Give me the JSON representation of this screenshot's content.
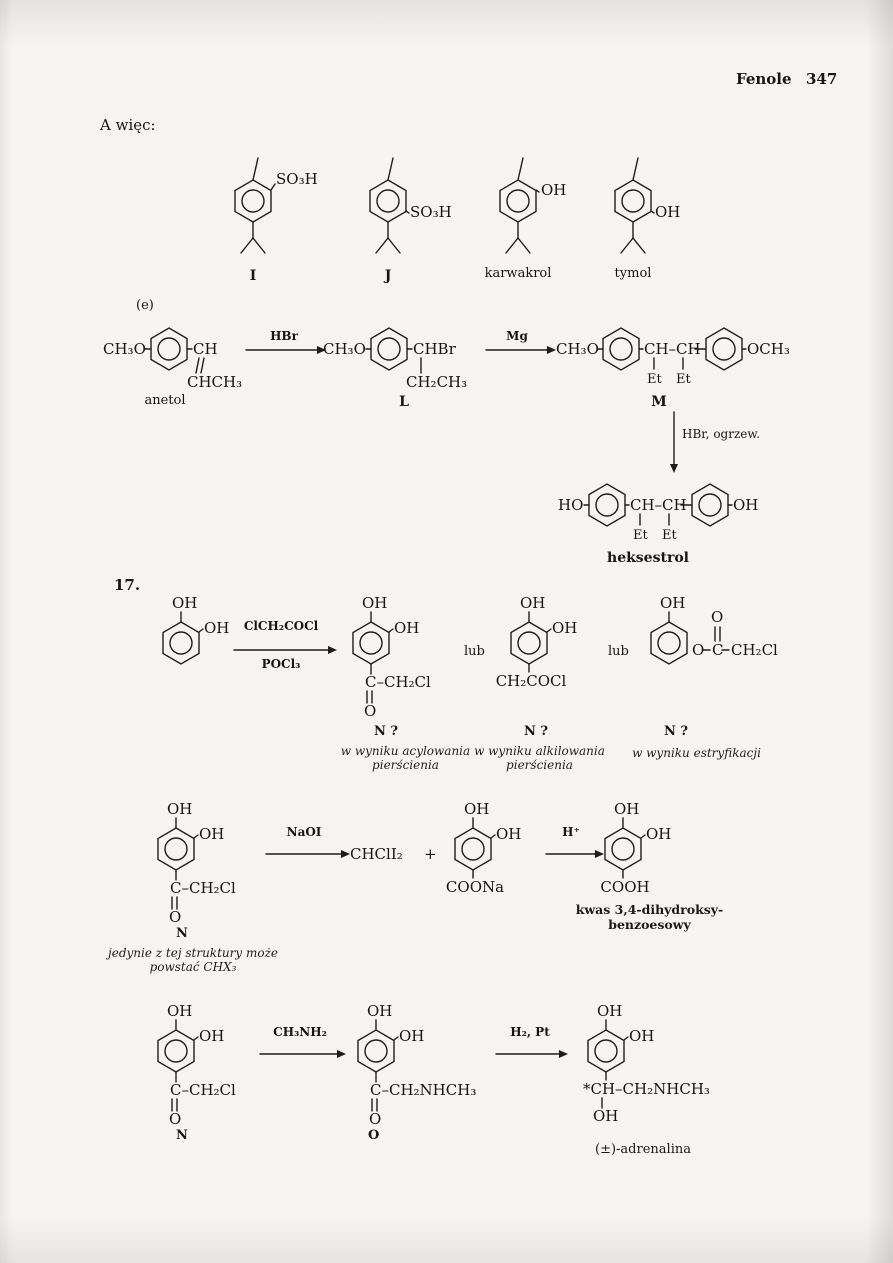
{
  "header": {
    "title": "Fenole",
    "page_no": "347"
  },
  "intro": "A więc:",
  "labels": {
    "sec_e": "(e)",
    "sec_17": "17.",
    "lub1": "lub",
    "lub2": "lub",
    "plus": "+"
  },
  "row1": {
    "i": {
      "sub": "SO₃H",
      "label": "I"
    },
    "j": {
      "sub": "SO₃H",
      "label": "J"
    },
    "karwakrol": {
      "sub": "OH",
      "label": "karwakrol"
    },
    "tymol": {
      "sub": "OH",
      "label": "tymol"
    }
  },
  "anetol": {
    "ome": "CH₃O",
    "ch": "CH",
    "tail": "CHCH₃",
    "label": "anetol"
  },
  "arrows": {
    "hbr": "HBr",
    "mg": "Mg",
    "down": "HBr, ogrzew.",
    "acyl_top": "ClCH₂COCl",
    "acyl_bot": "POCl₃",
    "naoi": "NaOI",
    "hplus": "H⁺",
    "ch3nh2": "CH₃NH₂",
    "h2pt": "H₂, Pt"
  },
  "L": {
    "ome": "CH₃O",
    "chbr": "CHBr",
    "tail": "CH₂CH₃",
    "label": "L"
  },
  "M": {
    "ome": "CH₃O",
    "chch": "CH–CH",
    "ome2": "OCH₃",
    "et1": "Et",
    "et2": "Et",
    "label": "M"
  },
  "heks": {
    "ho": "HO",
    "chch": "CH–CH",
    "oh": "OH",
    "et1": "Et",
    "et2": "Et",
    "label": "heksestrol"
  },
  "catechol": {
    "oh1": "OH",
    "oh2": "OH"
  },
  "p1": {
    "oh1": "OH",
    "oh2": "OH",
    "chain": "C–CH₂Cl",
    "o": "O",
    "q": "N ?",
    "cap1": "w wyniku acylowania",
    "cap2": "pierścienia"
  },
  "p2": {
    "oh1": "OH",
    "oh2": "OH",
    "chain": "CH₂COCl",
    "q": "N ?",
    "cap1": "w wyniku alkilowania",
    "cap2": "pierścienia"
  },
  "p3": {
    "oh1": "OH",
    "o_ester": "O",
    "c": "C",
    "chain": "CH₂Cl",
    "o_top": "O",
    "q": "N ?",
    "cap1": "w wyniku estryfikacji"
  },
  "n1": {
    "oh1": "OH",
    "oh2": "OH",
    "chain": "C–CH₂Cl",
    "o": "O",
    "label": "N",
    "cap1": "jedynie z tej struktury może",
    "cap2": "powstać CHX₃"
  },
  "halo": {
    "chcli2": "CHClI₂",
    "coona": {
      "oh1": "OH",
      "oh2": "OH",
      "chain": "COONa"
    },
    "cooh": {
      "oh1": "OH",
      "oh2": "OH",
      "chain": "COOH",
      "cap1": "kwas 3,4-dihydroksy-",
      "cap2": "benzoesowy"
    }
  },
  "n2": {
    "oh1": "OH",
    "oh2": "OH",
    "chain": "C–CH₂Cl",
    "o": "O",
    "label": "N"
  },
  "ostr": {
    "oh1": "OH",
    "oh2": "OH",
    "chain": "C–CH₂NHCH₃",
    "o": "O",
    "label": "O"
  },
  "adr": {
    "oh1": "OH",
    "oh2": "OH",
    "chain": "*CH–CH₂NHCH₃",
    "oh3": "OH",
    "label": "(±)-adrenalina"
  }
}
